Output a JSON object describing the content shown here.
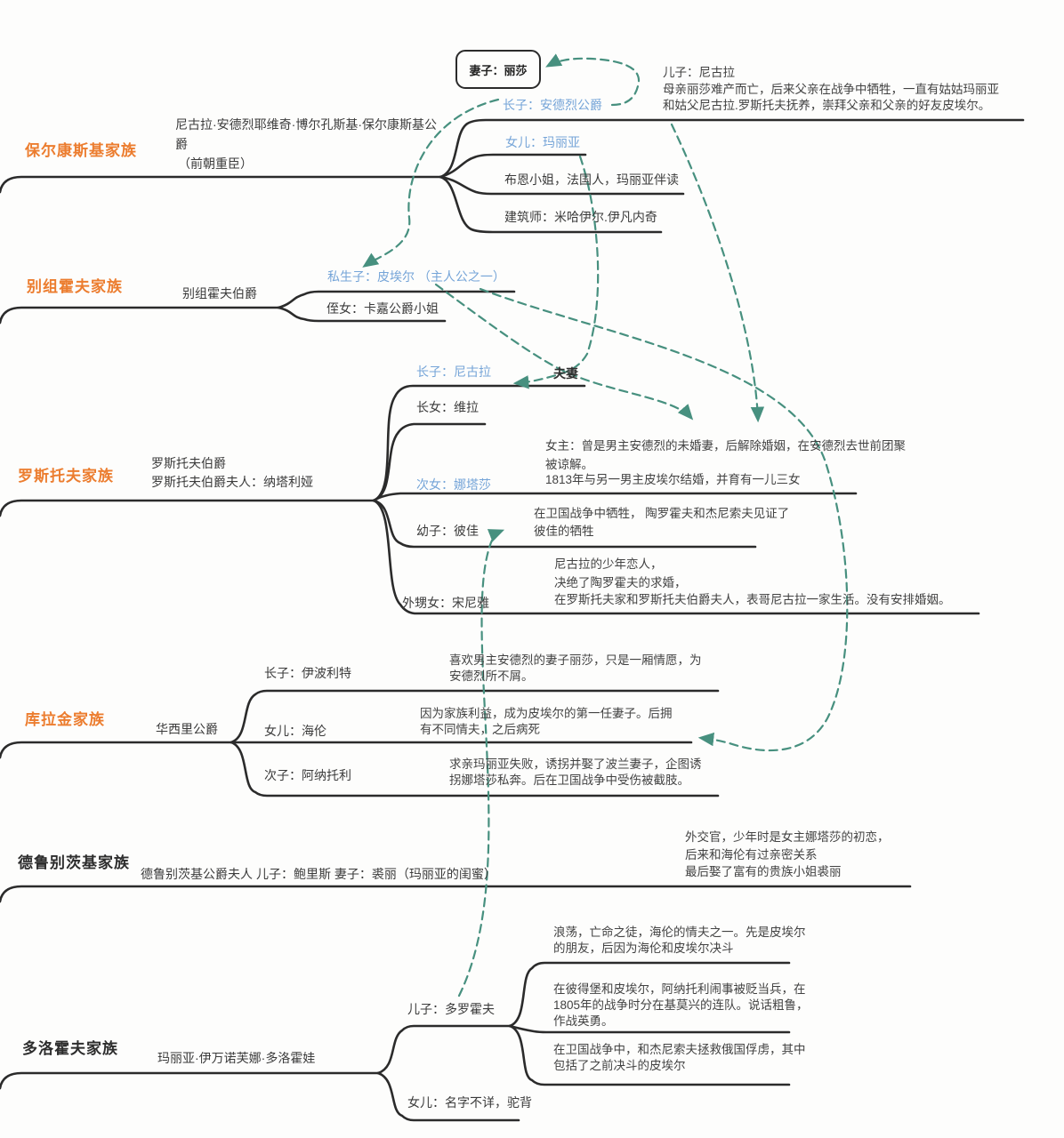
{
  "colors": {
    "family_label": "#EC7D2F",
    "highlight_member": "#76A5D8",
    "connector": "#47907F",
    "tree_line": "#2b2b2b",
    "text": "#3b3b3b"
  },
  "connector_label": {
    "couple": "夫妻"
  },
  "bolkonsky": {
    "label": "保尔康斯基家族",
    "parent_lines": [
      "尼古拉·安德烈耶维奇·博尔孔斯基·保尔康斯基公",
      "爵",
      "（前朝重臣）"
    ],
    "wife_box": "妻子：丽莎",
    "andrei": "长子：安德烈公爵",
    "andrei_son_note": [
      "儿子：尼古拉",
      "母亲丽莎难产而亡，后来父亲在战争中牺牲，一直有姑姑玛丽亚",
      "和姑父尼古拉.罗斯托夫抚养，崇拜父亲和父亲的好友皮埃尔。"
    ],
    "maria": "女儿：玛丽亚",
    "companion": "布恩小姐，法国人，玛丽亚伴读",
    "architect": "建筑师：米哈伊尔.伊凡内奇"
  },
  "bezukhov": {
    "label": "别组霍夫家族",
    "parent_lines": [
      "别组霍夫伯爵"
    ],
    "pierre": "私生子：皮埃尔 （主人公之一）",
    "katya": "侄女：卡嘉公爵小姐"
  },
  "rostov": {
    "label": "罗斯托夫家族",
    "parent_lines": [
      "罗斯托夫伯爵",
      "罗斯托夫伯爵夫人：纳塔利娅"
    ],
    "nikolai": "长子：尼古拉",
    "vera": "长女：维拉",
    "natasha": "次女：娜塔莎",
    "natasha_note": [
      "女主：曾是男主安德烈的未婚妻，后解除婚姻，在安德烈去世前团聚",
      "被谅解。",
      "1813年与另一男主皮埃尔结婚，并育有一儿三女"
    ],
    "petya": "幼子：彼佳",
    "petya_note": [
      "在卫国战争中牺牲， 陶罗霍夫和杰尼索夫见证了",
      "彼佳的牺牲"
    ],
    "sonya": "外甥女：宋尼雅",
    "sonya_note": [
      "尼古拉的少年恋人，",
      "决绝了陶罗霍夫的求婚，",
      "在罗斯托夫家和罗斯托夫伯爵夫人，表哥尼古拉一家生活。没有安排婚姻。"
    ]
  },
  "kuragin": {
    "label": "库拉金家族",
    "parent_lines": [
      "华西里公爵"
    ],
    "ippolit": "长子：伊波利特",
    "ippolit_note": [
      "喜欢男主安德烈的妻子丽莎，只是一厢情愿，为",
      "安德烈所不屑。"
    ],
    "helen": "女儿：海伦",
    "helen_note": [
      "因为家族利益，成为皮埃尔的第一任妻子。后拥",
      "有不同情夫，之后病死"
    ],
    "anatole": "次子：阿纳托利",
    "anatole_note": [
      "求亲玛丽亚失败，诱拐并娶了波兰妻子，企图诱",
      "拐娜塔莎私奔。后在卫国战争中受伤被截肢。"
    ]
  },
  "drubetskoy": {
    "label": "德鲁别茨基家族",
    "parent_lines": [
      "德鲁别茨基公爵夫人"
    ],
    "boris": "儿子：鲍里斯  妻子：裘丽（玛丽亚的闺蜜）",
    "boris_note": [
      "外交官，少年时是女主娜塔莎的初恋，",
      "后来和海伦有过亲密关系",
      "最后娶了富有的贵族小姐裘丽"
    ]
  },
  "dolokhov": {
    "label": "多洛霍夫家族",
    "parent_lines": [
      "玛丽亚·伊万诺芙娜·多洛霍娃"
    ],
    "son": "儿子：多罗霍夫",
    "son_note1": [
      "浪荡，亡命之徒，海伦的情夫之一。先是皮埃尔",
      "的朋友，后因为海伦和皮埃尔决斗"
    ],
    "son_note2": [
      "在彼得堡和皮埃尔，阿纳托利闹事被贬当兵，在",
      "1805年的战争时分在基莫兴的连队。说话粗鲁，",
      "作战英勇。"
    ],
    "son_note3": [
      "在卫国战争中，和杰尼索夫拯救俄国俘虏，其中",
      "包括了之前决斗的皮埃尔"
    ],
    "daughter": "女儿：名字不详，驼背"
  }
}
